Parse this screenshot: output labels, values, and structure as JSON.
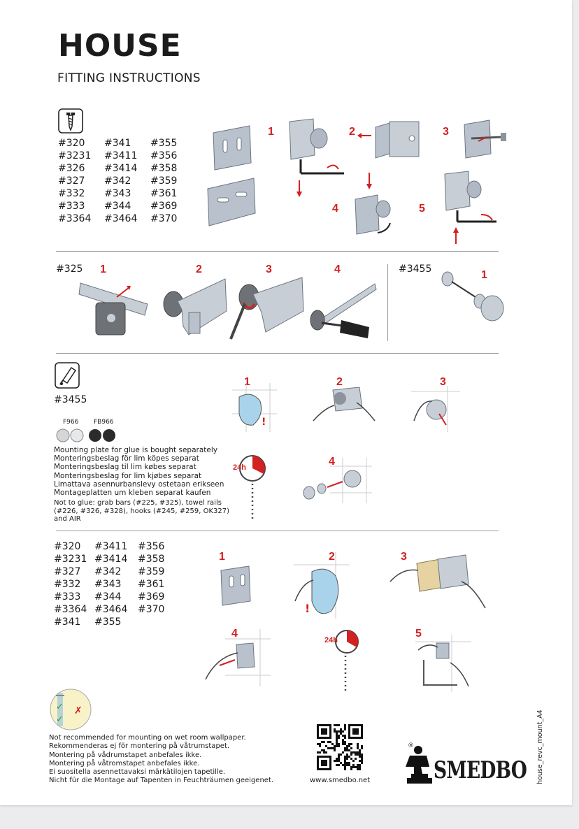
{
  "header": {
    "title": "HOUSE",
    "subtitle": "FITTING INSTRUCTIONS"
  },
  "section1": {
    "icon": "screw-icon",
    "codes": [
      [
        "#320",
        "#341",
        "#355"
      ],
      [
        "#3231",
        "#3411",
        "#356"
      ],
      [
        "#326",
        "#3414",
        "#358"
      ],
      [
        "#327",
        "#342",
        "#359"
      ],
      [
        "#332",
        "#343",
        "#361"
      ],
      [
        "#333",
        "#344",
        "#369"
      ],
      [
        "#3364",
        "#3464",
        "#370"
      ]
    ],
    "steps": [
      "1",
      "2",
      "3",
      "4",
      "5"
    ]
  },
  "section2": {
    "code_a": "#325",
    "steps_a": [
      "1",
      "2",
      "3",
      "4"
    ],
    "code_b": "#3455",
    "steps_b": [
      "1"
    ]
  },
  "section3": {
    "icon": "glue-tube-icon",
    "code": "#3455",
    "finish_labels": [
      "F966",
      "FB966"
    ],
    "notes": [
      "Mounting plate for glue is bought separately",
      "Monteringsbeslag för lim köpes separat",
      "Monteringsbeslag til lim købes separat",
      "Monteringsbeslag for lim kjøbes separat",
      "Limattava asennurbanslevy ostetaan erikseen",
      "Montageplatten um kleben separat kaufen"
    ],
    "not_to_glue": [
      "Not to glue: grab bars (#225, #325), towel rails",
      "(#226, #326, #328), hooks (#245, #259, OK327)",
      "and AIR"
    ],
    "steps": [
      "1",
      "2",
      "3",
      "4"
    ],
    "time_label": "24h"
  },
  "section4": {
    "codes": [
      [
        "#320",
        "#3411",
        "#356"
      ],
      [
        "#3231",
        "#3414",
        "#358"
      ],
      [
        "#327",
        "#342",
        "#359"
      ],
      [
        "#332",
        "#343",
        "#361"
      ],
      [
        "#333",
        "#344",
        "#369"
      ],
      [
        "#3364",
        "#3464",
        "#370"
      ],
      [
        "#341",
        "#355",
        ""
      ]
    ],
    "steps": [
      "1",
      "2",
      "3",
      "4",
      "5"
    ],
    "time_label": "24h"
  },
  "footer": {
    "warnings": [
      "Not recommended for mounting on wet room wallpaper.",
      "Rekommenderas ej för montering på våtrumstapet.",
      "Montering på vådrumstapet anbefales ikke.",
      "Montering på våtromstapet anbefales ikke.",
      "Ei suositella asennettavaksi märkätilojen tapetille.",
      "Nicht für die Montage auf Tapenten in Feuchträumen geeigenet."
    ],
    "website": "www.smedbo.net",
    "brand": "SMEDBO",
    "registered": "®",
    "doc_id": "house_revc_mount_A4"
  },
  "colors": {
    "accent_red": "#d32020",
    "rule": "#9a9a9a",
    "metal": "#b9c2cc"
  }
}
